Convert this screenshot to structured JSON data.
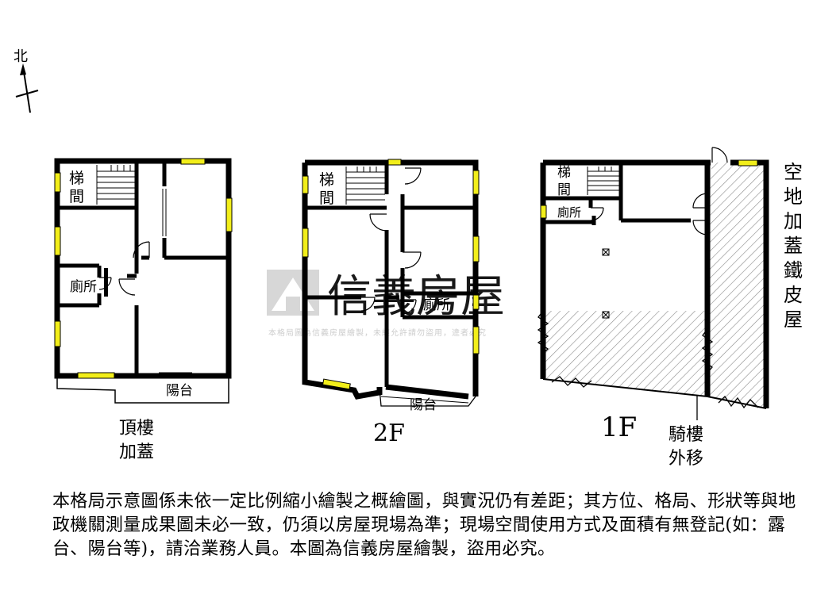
{
  "north": {
    "label": "北"
  },
  "floors": {
    "roof": {
      "stair": "梯間",
      "toilet": "廁所",
      "balcony": "陽台",
      "caption_line1": "頂樓",
      "caption_line2": "加蓋"
    },
    "second": {
      "stair": "梯間",
      "toilet": "廁所",
      "balcony": "陽台",
      "caption": "2F"
    },
    "first": {
      "stair": "梯間",
      "toilet": "廁所",
      "caption": "1F",
      "side_note": "空地加蓋鐵皮屋",
      "arcade_line1": "騎樓",
      "arcade_line2": "外移"
    }
  },
  "watermark": {
    "brand": "信義房屋",
    "notice": "本格局圖為信義房屋繪製，未經允許請勿盜用，違者必究"
  },
  "disclaimer": "本格局示意圖係未依一定比例縮小繪製之概繪圖，與實況仍有差距；其方位、格局、形狀等與地政機關測量成果圖未必一致，仍須以房屋現場為準；現場空間使用方式及面積有無登記(如：露台、陽台等)，請洽業務人員。本圖為信義房屋繪製，盜用必究。",
  "colors": {
    "window": "#f2ee1a",
    "wall": "#000000",
    "watermark": "#d0d0d0"
  }
}
